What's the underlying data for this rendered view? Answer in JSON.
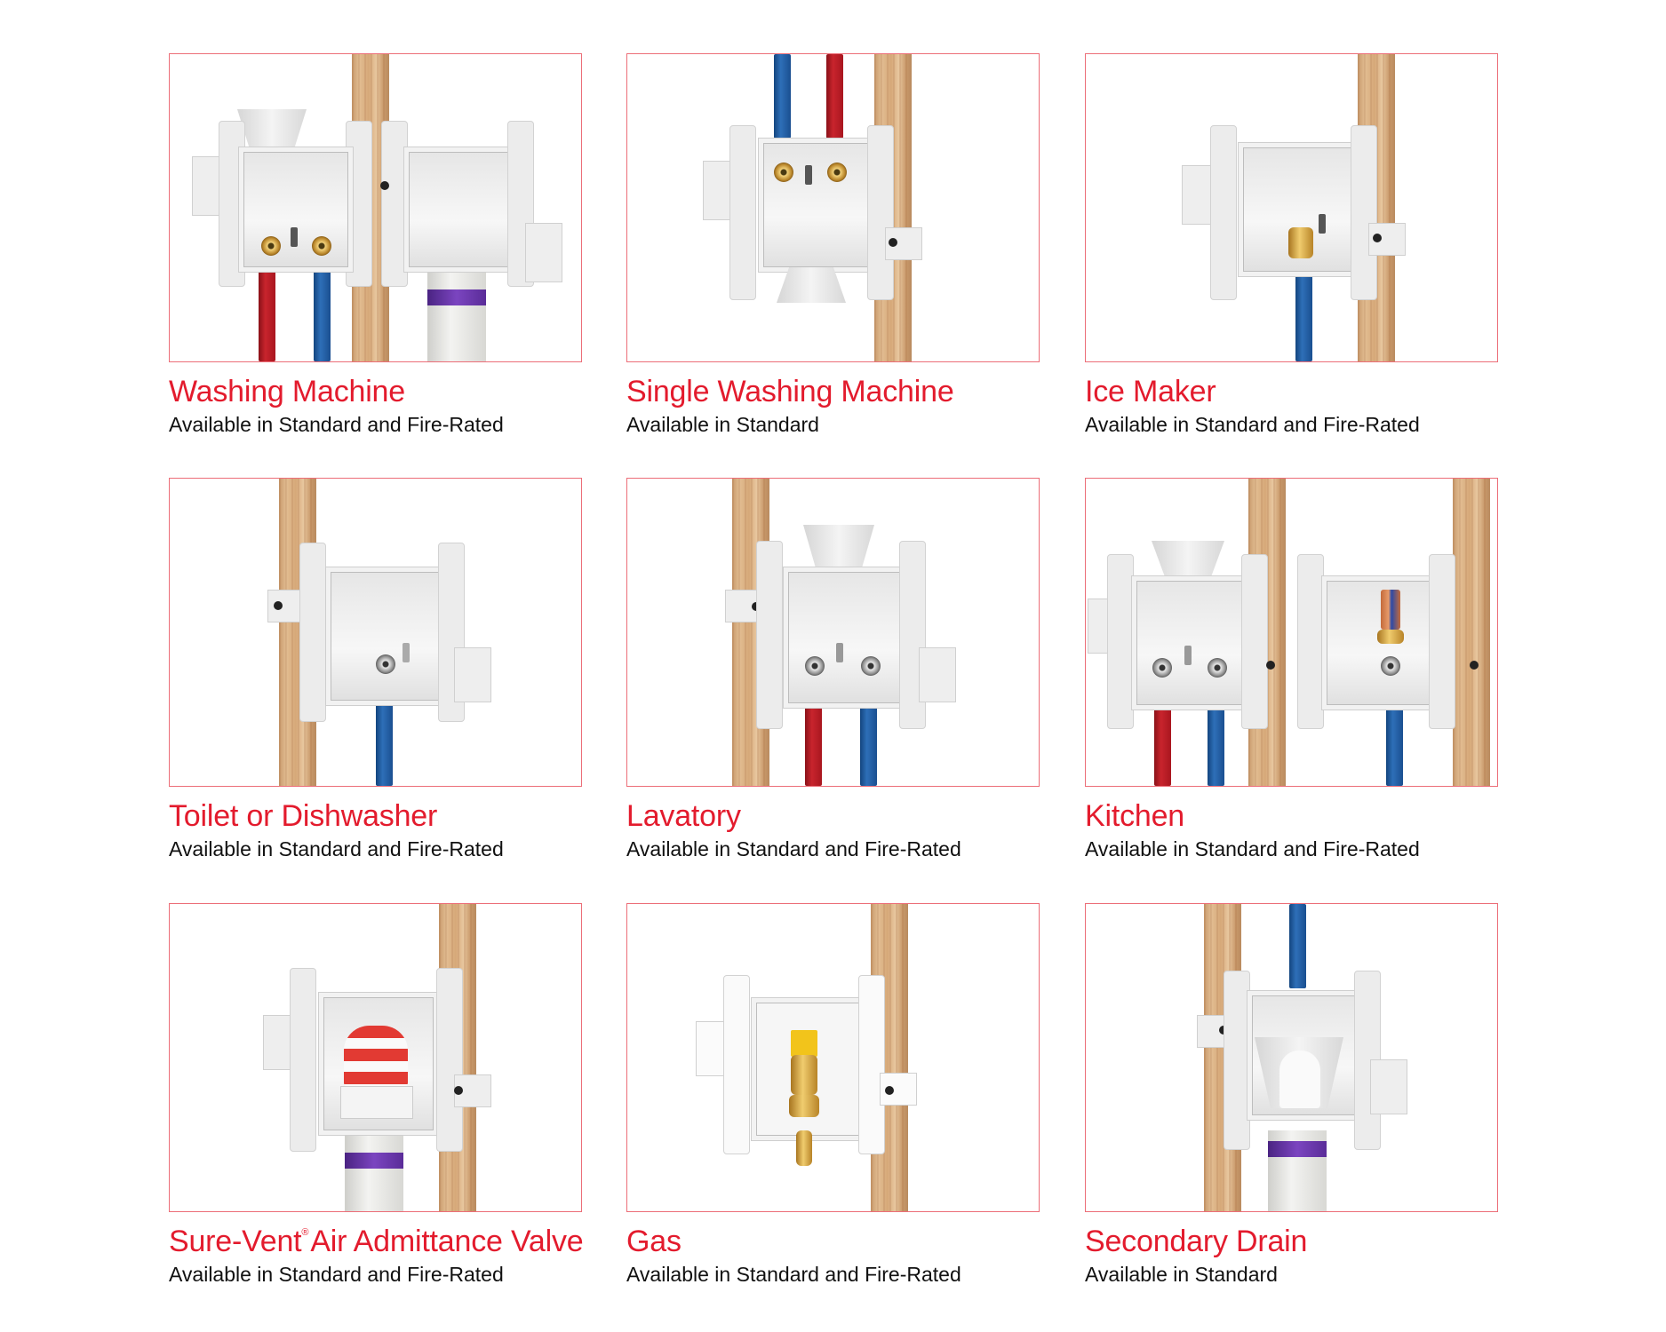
{
  "colors": {
    "title_red": "#e31b2d",
    "frame_border": "#ec6e78",
    "subtitle": "#111111"
  },
  "products": [
    {
      "title": "Washing Machine",
      "availability": "Available in Standard and Fire-Rated",
      "image": "washing-machine-outlet-box-photo"
    },
    {
      "title": "Single Washing Machine",
      "availability": "Available in Standard",
      "image": "single-washing-machine-outlet-box-photo"
    },
    {
      "title": "Ice Maker",
      "availability": "Available in Standard and Fire-Rated",
      "image": "ice-maker-outlet-box-photo"
    },
    {
      "title": "Toilet or Dishwasher",
      "availability": "Available in Standard and Fire-Rated",
      "image": "toilet-dishwasher-outlet-box-photo"
    },
    {
      "title": "Lavatory",
      "availability": "Available in Standard and Fire-Rated",
      "image": "lavatory-outlet-box-photo"
    },
    {
      "title": "Kitchen",
      "availability": "Available in Standard and Fire-Rated",
      "image": "kitchen-outlet-box-photo"
    },
    {
      "title": "Sure-Vent",
      "title_mark": "®",
      "title_rest": "Air Admittance Valve",
      "availability": "Available in Standard and Fire-Rated",
      "image": "sure-vent-aav-box-photo"
    },
    {
      "title": "Gas",
      "availability": "Available in Standard and Fire-Rated",
      "image": "gas-outlet-box-photo"
    },
    {
      "title": "Secondary Drain",
      "availability": "Available in Standard",
      "image": "secondary-drain-box-photo"
    }
  ]
}
